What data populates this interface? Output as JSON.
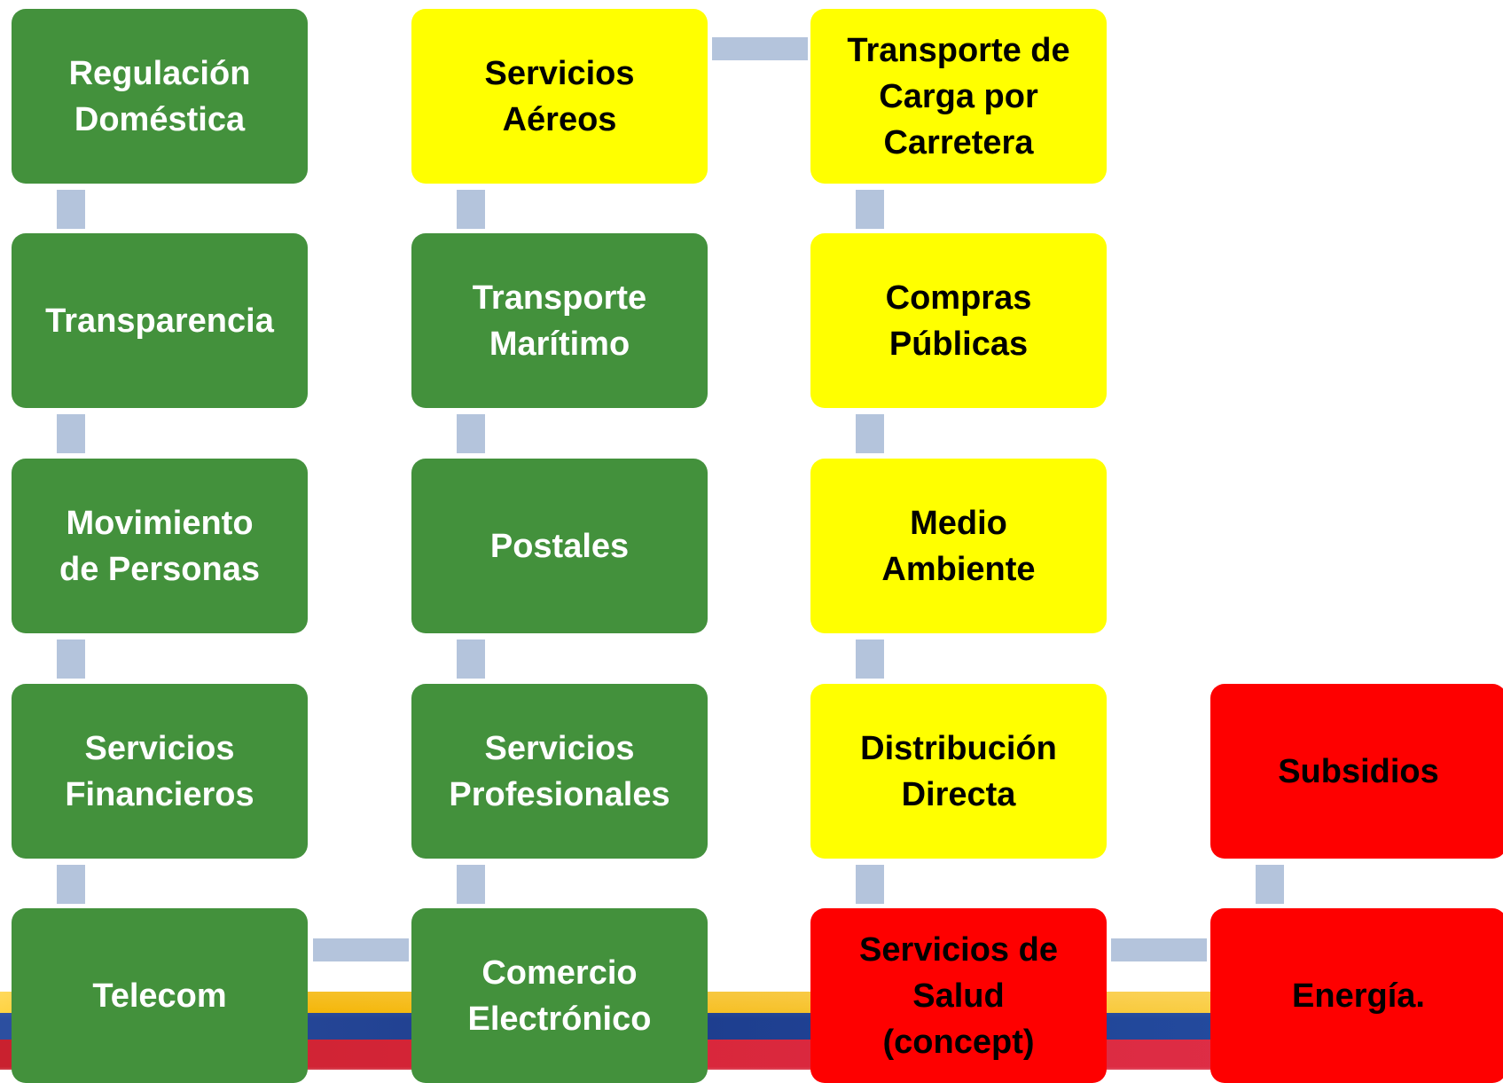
{
  "diagram": {
    "colors": {
      "green": "#43913c",
      "yellow": "#ffff00",
      "red": "#fe0000",
      "connector": "#b4c4dc"
    },
    "columns": [
      {
        "items": [
          {
            "label": "Regulación\nDoméstica",
            "status": "green"
          },
          {
            "label": "Transparencia",
            "status": "green"
          },
          {
            "label": "Movimiento\nde Personas",
            "status": "green"
          },
          {
            "label": "Servicios\nFinancieros",
            "status": "green"
          },
          {
            "label": "Telecom",
            "status": "green"
          }
        ]
      },
      {
        "items": [
          {
            "label": "Servicios\nAéreos",
            "status": "yellow"
          },
          {
            "label": "Transporte\nMarítimo",
            "status": "green"
          },
          {
            "label": "Postales",
            "status": "green"
          },
          {
            "label": "Servicios\nProfesionales",
            "status": "green"
          },
          {
            "label": "Comercio\nElectrónico",
            "status": "green"
          }
        ]
      },
      {
        "items": [
          {
            "label": "Transporte de\nCarga por\nCarretera",
            "status": "yellow"
          },
          {
            "label": "Compras\nPúblicas",
            "status": "yellow"
          },
          {
            "label": "Medio\nAmbiente",
            "status": "yellow"
          },
          {
            "label": "Distribución\nDirecta",
            "status": "yellow"
          },
          {
            "label": "Servicios de\nSalud\n(concept)",
            "status": "red"
          }
        ]
      },
      {
        "items": [
          {
            "label": "Subsidios",
            "status": "red"
          },
          {
            "label": "Energía.",
            "status": "red"
          }
        ]
      }
    ]
  }
}
